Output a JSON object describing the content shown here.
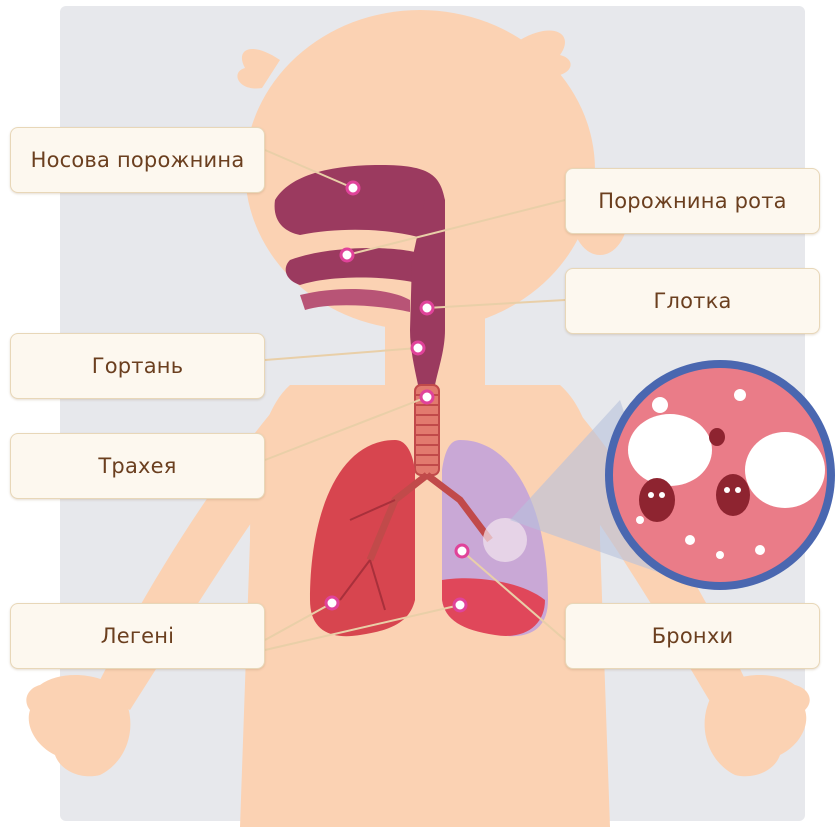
{
  "labels": {
    "nasal_cavity": "Носова порожнина",
    "oral_cavity": "Порожнина рота",
    "pharynx": "Глотка",
    "larynx": "Гортань",
    "trachea": "Трахея",
    "lungs": "Легені",
    "bronchi": "Бронхи"
  },
  "colors": {
    "background_panel": "#e7e8ec",
    "skin": "#fbd2b3",
    "airway": "#9b3a5f",
    "lung_left": "#d7454f",
    "lung_right": "#c9a8d6",
    "alveoli_bg": "#ea7c88",
    "marker": "#e0439a",
    "label_text": "#6b3f1f",
    "label_bg": "#fdf8ef"
  }
}
